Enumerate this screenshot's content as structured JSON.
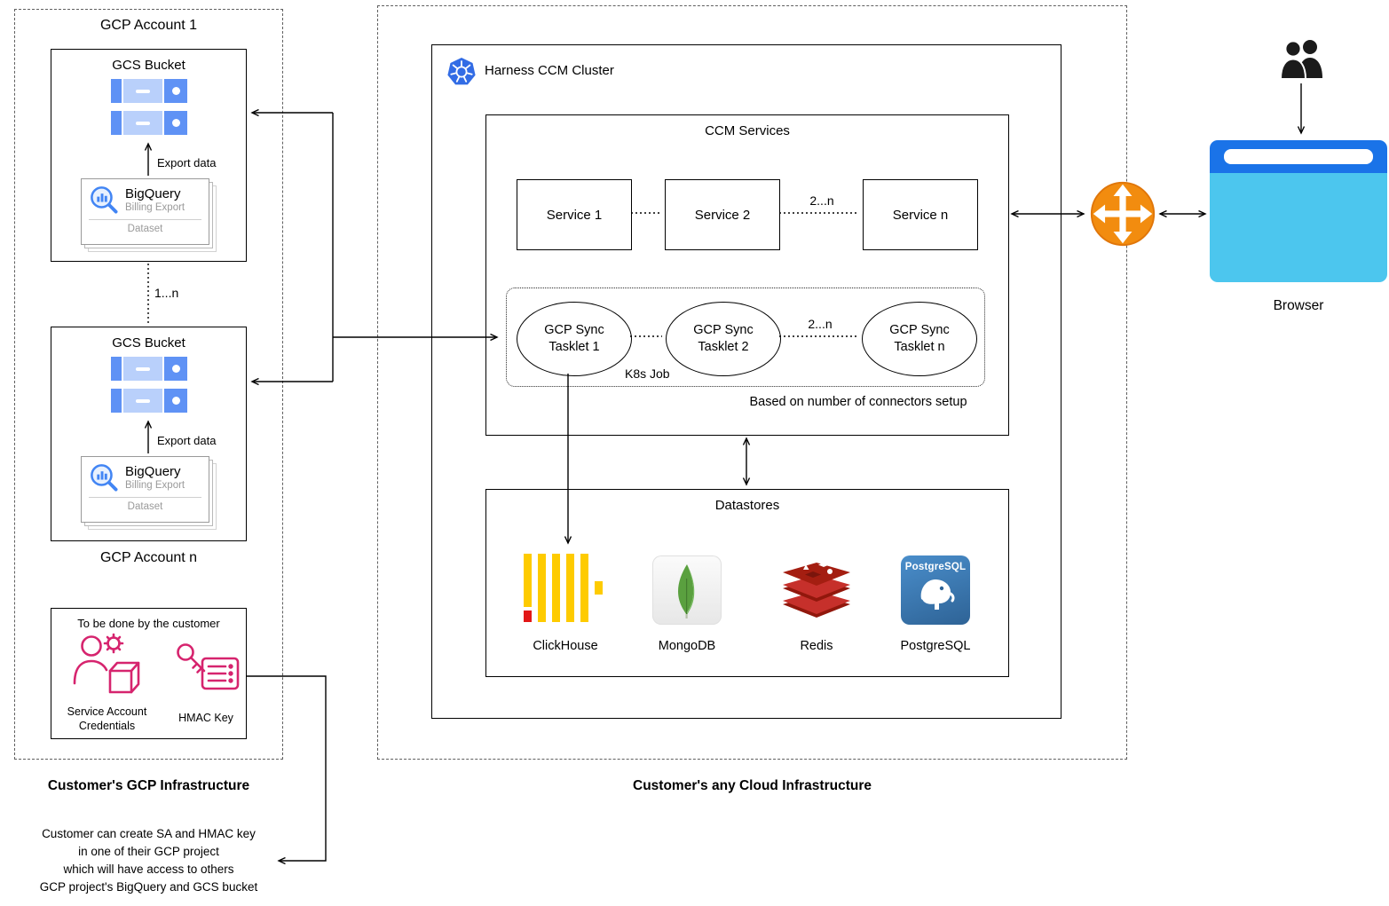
{
  "left": {
    "account1": "GCP Account 1",
    "accountN": "GCP Account n",
    "range": "1...n",
    "bucket": {
      "title": "GCS Bucket",
      "export": "Export data",
      "bq_name": "BigQuery",
      "bq_sub": "Billing Export",
      "bq_dataset": "Dataset"
    },
    "customer": {
      "title": "To be done by the customer",
      "sa_line1": "Service Account",
      "sa_line2": "Credentials",
      "hmac": "HMAC Key"
    },
    "footer": "Customer's GCP Infrastructure",
    "note1": "Customer can create SA and HMAC key",
    "note2": "in one of their GCP project",
    "note3": "which will have access to others",
    "note4": "GCP project's BigQuery and GCS bucket"
  },
  "center": {
    "cluster": "Harness CCM Cluster",
    "services_title": "CCM Services",
    "service1": "Service 1",
    "service2": "Service 2",
    "serviceN": "Service n",
    "range": "2...n",
    "tasklet1a": "GCP Sync",
    "tasklet1b": "Tasklet 1",
    "tasklet2a": "GCP Sync",
    "tasklet2b": "Tasklet 2",
    "taskletNa": "GCP Sync",
    "taskletNb": "Tasklet n",
    "k8s_job": "K8s Job",
    "connectors_note": "Based on number of connectors setup",
    "datastores_title": "Datastores",
    "ds_clickhouse": "ClickHouse",
    "ds_mongodb": "MongoDB",
    "ds_redis": "Redis",
    "ds_postgresql": "PostgreSQL",
    "pg_icon_text": "PostgreSQL",
    "footer": "Customer's any Cloud Infrastructure"
  },
  "right": {
    "browser": "Browser"
  },
  "colors": {
    "gcp_blue": "#4285f4",
    "gcs_light_blue": "#b9d0fb",
    "gcs_dark_blue": "#5f92f5",
    "pink": "#d6246e",
    "k8s_blue": "#326ce5",
    "clickhouse_yellow": "#fecb00",
    "clickhouse_red": "#e21717",
    "mongo_green": "#5aa03f",
    "redis_red": "#b3271e",
    "postgres_blue": "#336791",
    "router_orange": "#f28c0f",
    "browser_header_blue": "#1a73e8",
    "browser_body_cyan": "#4cc6ee"
  }
}
